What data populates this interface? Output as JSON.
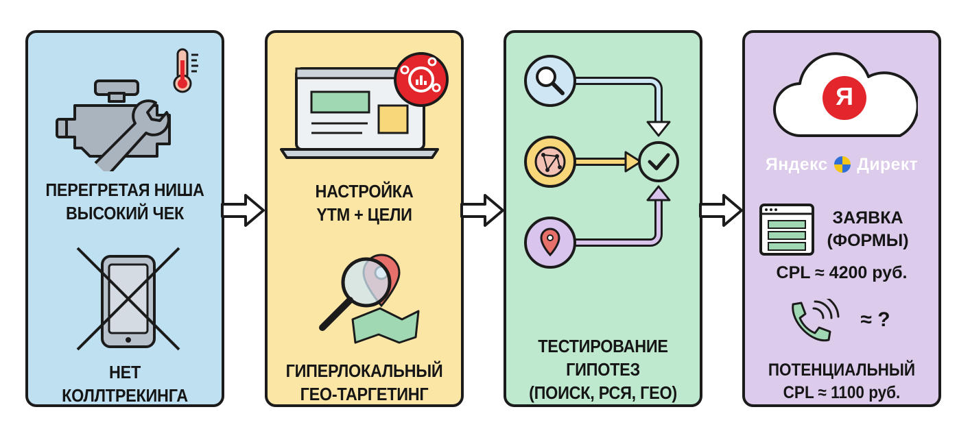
{
  "panels": [
    {
      "id": "problems",
      "top_label": [
        "ПЕРЕГРЕТАЯ НИША",
        "ВЫСОКИЙ ЧЕК"
      ],
      "bottom_label": [
        "НЕТ",
        "КОЛЛТРЕКИНГА"
      ],
      "color": "#bfe0f1"
    },
    {
      "id": "setup",
      "top_label": [
        "НАСТРОЙКА",
        "YTM + ЦЕЛИ"
      ],
      "bottom_label": [
        "ГИПЕРЛОКАЛЬНЫЙ",
        "ГЕО-ТАРГЕТИНГ"
      ],
      "color": "#fbe6a6"
    },
    {
      "id": "testing",
      "bottom_label": [
        "ТЕСТИРОВАНИЕ",
        "ГИПОТЕЗ",
        "(ПОИСК, РСЯ, ГЕО)"
      ],
      "color": "#bfe9cf"
    },
    {
      "id": "results",
      "brand_left": "Яндекс",
      "brand_right": "Директ",
      "logo_letter": "Я",
      "lead_label": [
        "ЗАЯВКА",
        "(ФОРМЫ)"
      ],
      "cpl_forms": "CPL ≈ 4200 руб.",
      "call_approx": "≈ ?",
      "potential_label": [
        "ПОТЕНЦИАЛЬНЫЙ",
        "CPL ≈ 1100 руб."
      ],
      "color": "#dccbea"
    }
  ],
  "icons": {
    "panel1": [
      "engine-wrench-icon",
      "thermometer-icon",
      "crossed-phone-icon"
    ],
    "panel2": [
      "laptop-icon",
      "analytics-badge-icon",
      "magnifier-map-pin-icon"
    ],
    "panel3": [
      "search-circle-icon",
      "network-circle-icon",
      "location-circle-icon",
      "checkmark-icon"
    ],
    "panel4": [
      "cloud-icon",
      "yandex-logo-icon",
      "form-window-icon",
      "phone-call-icon"
    ]
  },
  "colors": {
    "outline": "#1b1b1b",
    "accent_red": "#e3262b",
    "yandex_yellow": "#f5c518",
    "pin_red": "#e8706a"
  }
}
